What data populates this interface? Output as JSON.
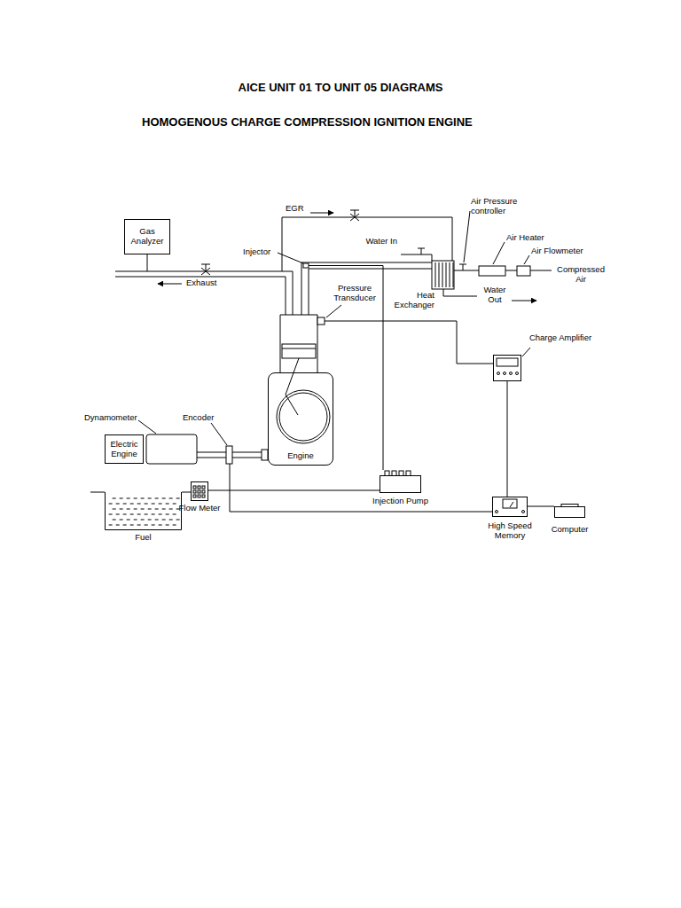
{
  "diagram": {
    "title": "AICE UNIT 01 TO UNIT 05 DIAGRAMS",
    "nodes": [
      {
        "text": [
          "Gas Analyzer"
        ]
      },
      {
        "text": [
          "Engine"
        ]
      },
      {
        "text": [
          "Electric Engine"
        ]
      },
      {
        "text": [
          "Fuel"
        ]
      },
      {
        "text": [
          "Flow Meter"
        ]
      },
      {
        "text": [
          "Injection Pump"
        ]
      },
      {
        "text": [
          "Charge Amplifier"
        ]
      },
      {
        "text": [
          "High Speed Memory"
        ]
      },
      {
        "text": [
          "Computer"
        ]
      }
    ],
    "edges": [
      {
        "from": 3,
        "to": 4,
        "arrow": "none"
      },
      {
        "from": 4,
        "to": 5,
        "arrow": "none"
      },
      {
        "from": 6,
        "to": 7,
        "arrow": "none"
      },
      {
        "from": 7,
        "to": 8,
        "arrow": "none"
      }
    ],
    "labels": [
      "HOMOGENOUS CHARGE COMPRESSION IGNITION ENGINE",
      "EGR",
      "Air Pressure controller",
      "Injector",
      "Water In",
      "Air Heater",
      "Air Flowmeter",
      "Exhaust",
      "Pressure Transducer",
      "Heat Exchanger",
      "Water Out",
      "Compressed Air",
      "Dynamometer",
      "Encoder"
    ]
  }
}
